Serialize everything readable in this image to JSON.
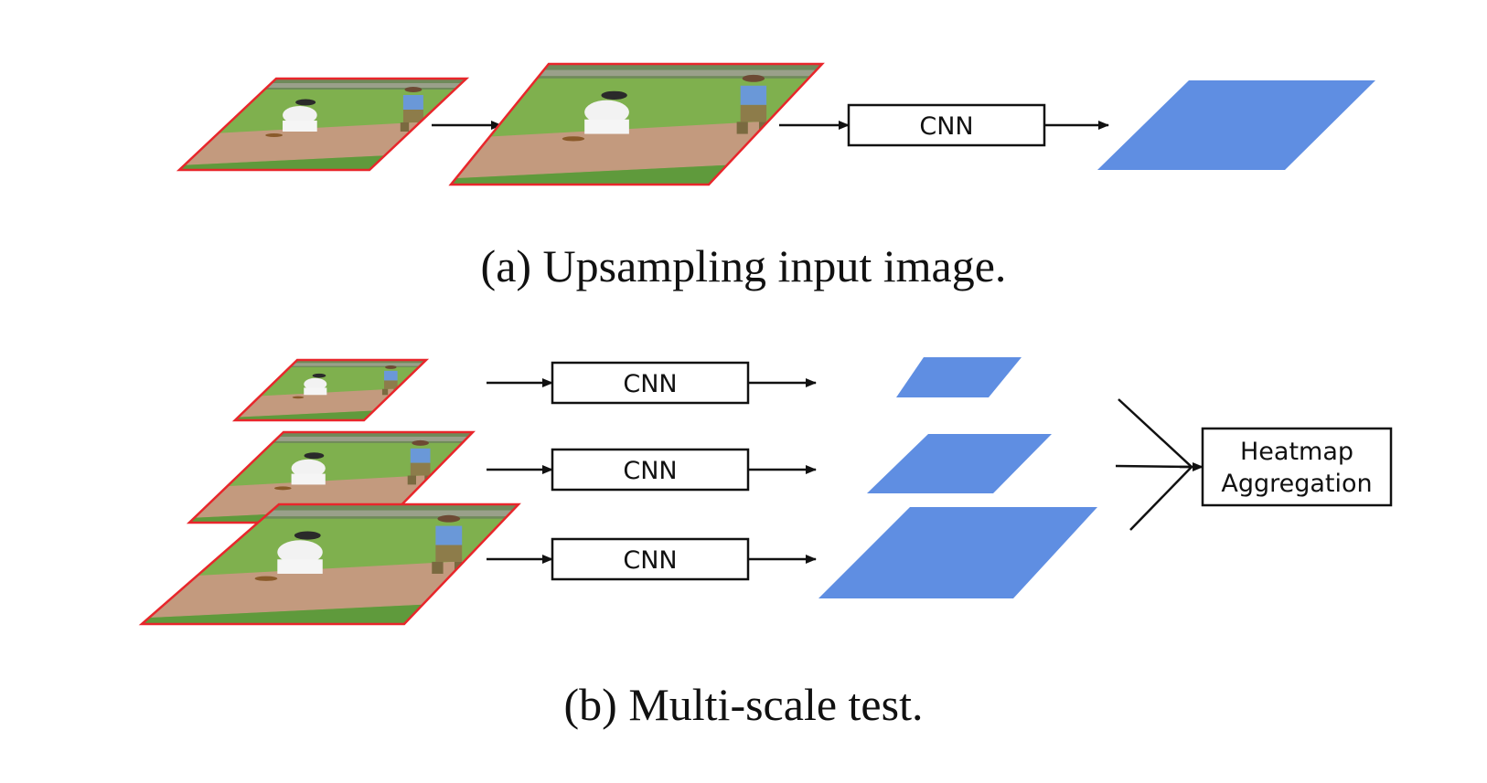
{
  "panel_a": {
    "caption": "(a) Upsampling input image.",
    "cnn_label": "CNN"
  },
  "panel_b": {
    "caption": "(b) Multi-scale test.",
    "cnn_labels": [
      "CNN",
      "CNN",
      "CNN"
    ],
    "aggregation_label_line1": "Heatmap",
    "aggregation_label_line2": "Aggregation"
  },
  "colors": {
    "image_border": "#e8262b",
    "heatmap_fill": "#5f8ee2",
    "grass": "#7fb04e",
    "grass_dark": "#5f9a3c",
    "dirt": "#c39a7e",
    "line": "#111111"
  },
  "icons": [
    "baseball-photo-thumbnail",
    "heatmap-parallelogram",
    "arrow-right"
  ]
}
